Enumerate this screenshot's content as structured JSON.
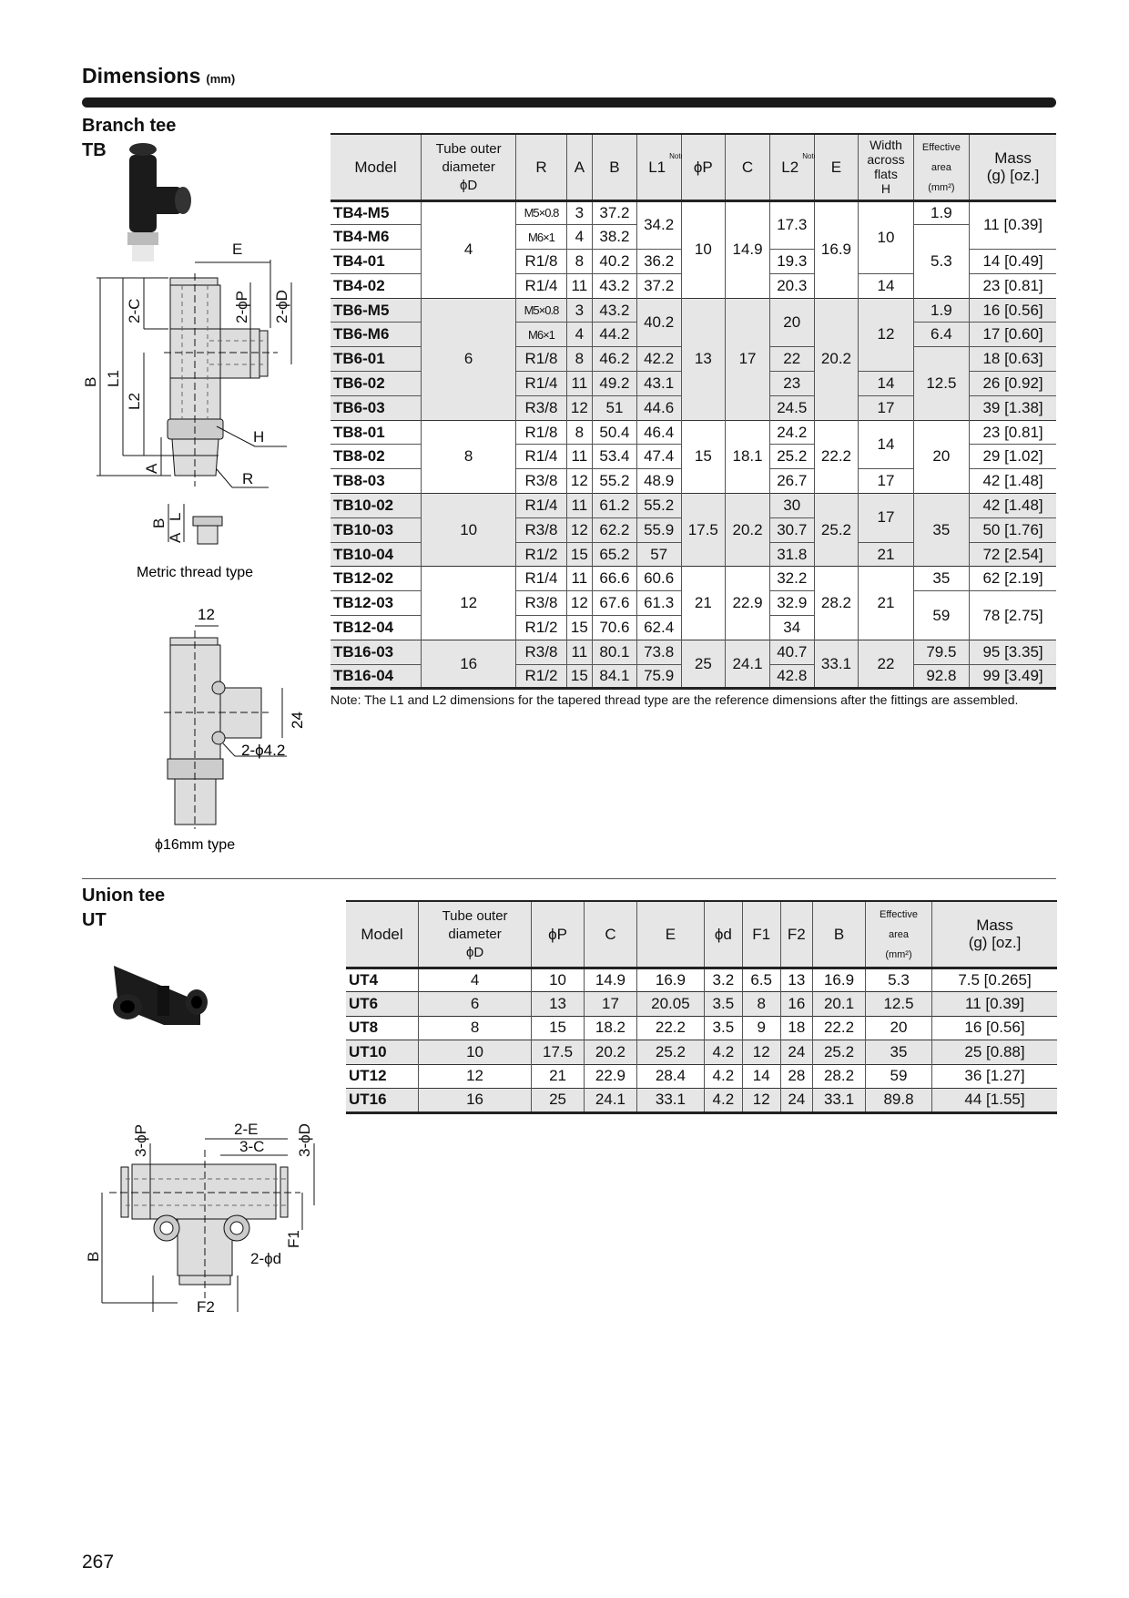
{
  "header": {
    "title": "Dimensions",
    "unit": "(mm)"
  },
  "branch_tee": {
    "name": "Branch tee",
    "code": "TB",
    "diagram_labels": {
      "E": "E",
      "P": "2-ϕP",
      "D": "2-ϕD",
      "C": "2-C",
      "B": "B",
      "L1": "L1",
      "L2": "L2",
      "H": "H",
      "A": "A",
      "R": "R",
      "mB": "B",
      "mL": "L",
      "mA": "A",
      "w12": "12",
      "w24": "24",
      "hole": "2-ϕ4.2"
    },
    "caption_metric": "Metric thread type",
    "caption_16": "ϕ16mm type",
    "table": {
      "headers": [
        {
          "label": "Model"
        },
        {
          "label": "Tube outer\ndiameter\nϕD",
          "small": true
        },
        {
          "label": "R"
        },
        {
          "label": "A"
        },
        {
          "label": "B"
        },
        {
          "label": "L1",
          "note": "Note"
        },
        {
          "label": "ϕP"
        },
        {
          "label": "C"
        },
        {
          "label": "L2",
          "note": "Note"
        },
        {
          "label": "E"
        },
        {
          "label": "Width\nacross\nflats\nH",
          "tiny": true
        },
        {
          "label": "Effective\narea\n(mm²)",
          "tiny2": true
        },
        {
          "label": "Mass\n(g) [oz.]"
        }
      ],
      "groups": [
        {
          "rows": [
            [
              "TB4-M5",
              {
                "v": "4",
                "s": 4
              },
              {
                "v": "M5×0.8",
                "r": 1
              },
              "3",
              "37.2",
              {
                "v": "34.2",
                "s": 2
              },
              {
                "v": "10",
                "s": 4
              },
              {
                "v": "14.9",
                "s": 4
              },
              {
                "v": "17.3",
                "s": 2
              },
              {
                "v": "16.9",
                "s": 4
              },
              {
                "v": "10",
                "s": 3
              },
              "1.9",
              {
                "v": "11 [0.39]",
                "s": 2
              }
            ],
            [
              "TB4-M6",
              "M6×1",
              "4",
              "38.2",
              {
                "v": "5.3",
                "s": 3
              }
            ],
            [
              "TB4-01",
              "R1/8",
              "8",
              "40.2",
              "36.2",
              "19.3",
              "14 [0.49]"
            ],
            [
              "TB4-02",
              "R1/4",
              "11",
              "43.2",
              "37.2",
              "20.3",
              "14",
              "23 [0.81]"
            ]
          ]
        },
        {
          "rows": [
            [
              "TB6-M5",
              {
                "v": "6",
                "s": 5
              },
              {
                "v": "M5×0.8",
                "r": 1
              },
              "3",
              "43.2",
              {
                "v": "40.2",
                "s": 2
              },
              {
                "v": "13",
                "s": 5
              },
              {
                "v": "17",
                "s": 5
              },
              {
                "v": "20",
                "s": 2
              },
              {
                "v": "20.2",
                "s": 5
              },
              {
                "v": "12",
                "s": 3
              },
              "1.9",
              "16 [0.56]"
            ],
            [
              "TB6-M6",
              "M6×1",
              "4",
              "44.2",
              "6.4",
              "17 [0.60]"
            ],
            [
              "TB6-01",
              "R1/8",
              "8",
              "46.2",
              "42.2",
              "22",
              {
                "v": "12.5",
                "s": 3
              },
              "18 [0.63]"
            ],
            [
              "TB6-02",
              "R1/4",
              "11",
              "49.2",
              "43.1",
              "23",
              "14",
              "26 [0.92]"
            ],
            [
              "TB6-03",
              "R3/8",
              "12",
              "51",
              "44.6",
              "24.5",
              "17",
              "39 [1.38]"
            ]
          ]
        },
        {
          "rows": [
            [
              "TB8-01",
              {
                "v": "8",
                "s": 3
              },
              "R1/8",
              "8",
              "50.4",
              "46.4",
              {
                "v": "15",
                "s": 3
              },
              {
                "v": "18.1",
                "s": 3
              },
              "24.2",
              {
                "v": "22.2",
                "s": 3
              },
              {
                "v": "14",
                "s": 2
              },
              {
                "v": "20",
                "s": 3
              },
              "23 [0.81]"
            ],
            [
              "TB8-02",
              "R1/4",
              "11",
              "53.4",
              "47.4",
              "25.2",
              "29 [1.02]"
            ],
            [
              "TB8-03",
              "R3/8",
              "12",
              "55.2",
              "48.9",
              "26.7",
              "17",
              "42 [1.48]"
            ]
          ]
        },
        {
          "rows": [
            [
              "TB10-02",
              {
                "v": "10",
                "s": 3
              },
              "R1/4",
              "11",
              "61.2",
              "55.2",
              {
                "v": "17.5",
                "s": 3
              },
              {
                "v": "20.2",
                "s": 3
              },
              "30",
              {
                "v": "25.2",
                "s": 3
              },
              {
                "v": "17",
                "s": 2
              },
              {
                "v": "35",
                "s": 3
              },
              "42 [1.48]"
            ],
            [
              "TB10-03",
              "R3/8",
              "12",
              "62.2",
              "55.9",
              "30.7",
              "50 [1.76]"
            ],
            [
              "TB10-04",
              "R1/2",
              "15",
              "65.2",
              "57",
              "31.8",
              "21",
              "72 [2.54]"
            ]
          ]
        },
        {
          "rows": [
            [
              "TB12-02",
              {
                "v": "12",
                "s": 3
              },
              "R1/4",
              "11",
              "66.6",
              "60.6",
              {
                "v": "21",
                "s": 3
              },
              {
                "v": "22.9",
                "s": 3
              },
              "32.2",
              {
                "v": "28.2",
                "s": 3
              },
              {
                "v": "21",
                "s": 3
              },
              "35",
              "62 [2.19]"
            ],
            [
              "TB12-03",
              "R3/8",
              "12",
              "67.6",
              "61.3",
              "32.9",
              {
                "v": "59",
                "s": 2
              },
              {
                "v": "78 [2.75]",
                "s": 2
              }
            ],
            [
              "TB12-04",
              "R1/2",
              "15",
              "70.6",
              "62.4",
              "34"
            ]
          ]
        },
        {
          "rows": [
            [
              "TB16-03",
              {
                "v": "16",
                "s": 2
              },
              "R3/8",
              "11",
              "80.1",
              "73.8",
              {
                "v": "25",
                "s": 2
              },
              {
                "v": "24.1",
                "s": 2
              },
              "40.7",
              {
                "v": "33.1",
                "s": 2
              },
              {
                "v": "22",
                "s": 2
              },
              "79.5",
              "95 [3.35]"
            ],
            [
              "TB16-04",
              "R1/2",
              "15",
              "84.1",
              "75.9",
              "42.8",
              "92.8",
              "99 [3.49]"
            ]
          ]
        }
      ]
    },
    "note": "Note: The L1 and L2 dimensions for the tapered thread type are the reference dimensions after the fittings are assembled."
  },
  "union_tee": {
    "name": "Union tee",
    "code": "UT",
    "diagram_labels": {
      "P": "3-ϕP",
      "E": "2-E",
      "C": "3-C",
      "D": "3-ϕD",
      "B": "B",
      "F1": "F1",
      "d": "2-ϕd",
      "F2": "F2"
    },
    "table": {
      "headers": [
        {
          "label": "Model"
        },
        {
          "label": "Tube outer\ndiameter\nϕD",
          "small": true
        },
        {
          "label": "ϕP"
        },
        {
          "label": "C"
        },
        {
          "label": "E"
        },
        {
          "label": "ϕd"
        },
        {
          "label": "F1"
        },
        {
          "label": "F2"
        },
        {
          "label": "B"
        },
        {
          "label": "Effective\narea\n(mm²)",
          "tiny2": true
        },
        {
          "label": "Mass\n(g) [oz.]"
        }
      ],
      "groups": [
        {
          "rows": [
            [
              "UT4",
              "4",
              "10",
              "14.9",
              "16.9",
              "3.2",
              "6.5",
              "13",
              "16.9",
              "5.3",
              "7.5 [0.265]"
            ]
          ]
        },
        {
          "rows": [
            [
              "UT6",
              "6",
              "13",
              "17",
              "20.05",
              "3.5",
              "8",
              "16",
              "20.1",
              "12.5",
              "11 [0.39]"
            ]
          ]
        },
        {
          "rows": [
            [
              "UT8",
              "8",
              "15",
              "18.2",
              "22.2",
              "3.5",
              "9",
              "18",
              "22.2",
              "20",
              "16 [0.56]"
            ]
          ]
        },
        {
          "rows": [
            [
              "UT10",
              "10",
              "17.5",
              "20.2",
              "25.2",
              "4.2",
              "12",
              "24",
              "25.2",
              "35",
              "25 [0.88]"
            ]
          ]
        },
        {
          "rows": [
            [
              "UT12",
              "12",
              "21",
              "22.9",
              "28.4",
              "4.2",
              "14",
              "28",
              "28.2",
              "59",
              "36 [1.27]"
            ]
          ]
        },
        {
          "rows": [
            [
              "UT16",
              "16",
              "25",
              "24.1",
              "33.1",
              "4.2",
              "12",
              "24",
              "33.1",
              "89.8",
              "44 [1.55]"
            ]
          ]
        }
      ]
    }
  },
  "page_number": "267"
}
